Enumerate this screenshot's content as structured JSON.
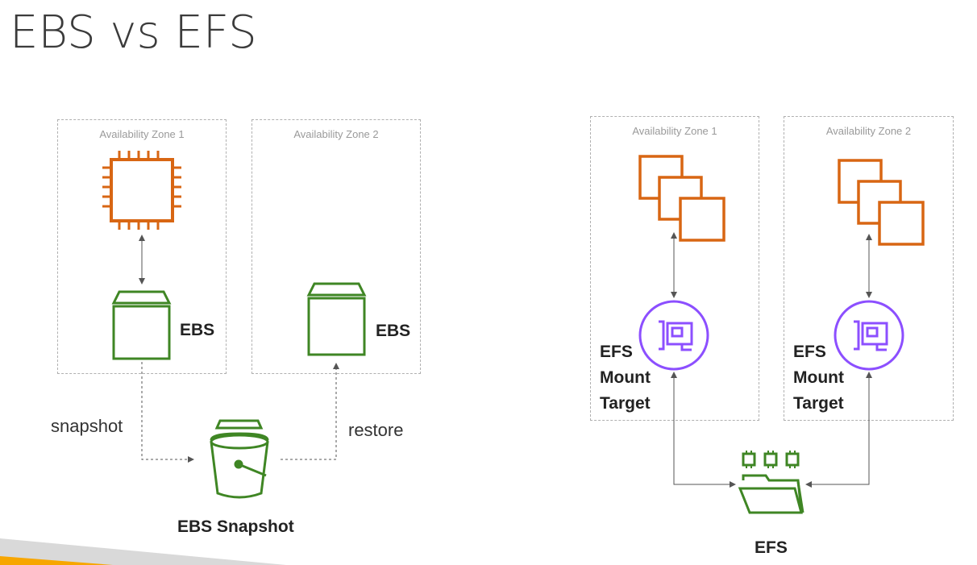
{
  "title": "EBS vs EFS",
  "ebs_side": {
    "zone1_label": "Availability Zone 1",
    "zone2_label": "Availability Zone 2",
    "volume1_label": "EBS",
    "volume2_label": "EBS",
    "snapshot_edge": "snapshot",
    "restore_edge": "restore",
    "snapshot_label": "EBS Snapshot"
  },
  "efs_side": {
    "zone1_label": "Availability Zone 1",
    "zone2_label": "Availability Zone 2",
    "mount1_label": [
      "EFS",
      "Mount",
      "Target"
    ],
    "mount2_label": [
      "EFS",
      "Mount",
      "Target"
    ],
    "efs_label": "EFS"
  },
  "colors": {
    "ec2": "#D86613",
    "ebs": "#3F8624",
    "mount": "#8C4FFF",
    "zone_border": "#b0b0b0",
    "accent_stripe": "#F7A600"
  }
}
